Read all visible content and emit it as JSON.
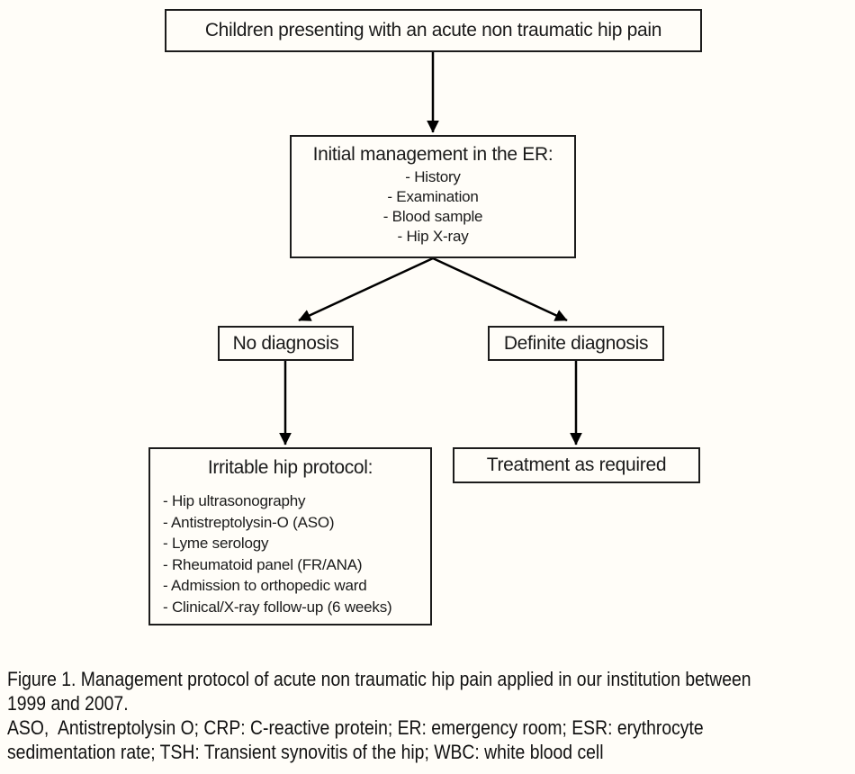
{
  "figure": {
    "type": "flowchart",
    "topic": "Management protocol of acute non traumatic hip pain"
  },
  "flowchart": {
    "presenting": {
      "label": "Children presenting with an acute non traumatic hip pain"
    },
    "initial_management": {
      "title": "Initial management in the ER:",
      "items": [
        "- History",
        "- Examination",
        "- Blood sample",
        "- Hip X-ray"
      ]
    },
    "no_diagnosis": {
      "label": "No diagnosis"
    },
    "definite_diagnosis": {
      "label": "Definite diagnosis"
    },
    "irritable_hip": {
      "title": "Irritable hip protocol:",
      "items": [
        "- Hip ultrasonography",
        "- Antistreptolysin-O (ASO)",
        "- Lyme serology",
        "- Rheumatoid panel (FR/ANA)",
        "- Admission to orthopedic ward",
        "- Clinical/X-ray follow-up (6 weeks)"
      ]
    },
    "treatment": {
      "label": "Treatment as required"
    },
    "connections": [
      "presenting -> initial_management",
      "initial_management -> no_diagnosis",
      "initial_management -> definite_diagnosis",
      "no_diagnosis -> irritable_hip",
      "definite_diagnosis -> treatment"
    ]
  },
  "caption": {
    "lines": [
      "Figure 1. Management protocol of acute non traumatic hip pain applied in our institution between",
      "1999 and 2007.",
      "ASO,  Antistreptolysin O; CRP: C-reactive protein; ER: emergency room; ESR: erythrocyte",
      "sedimentation rate; TSH: Transient synovitis of the hip; WBC: white blood cell"
    ]
  },
  "colors": {
    "background": "#fffdf8",
    "box_border": "#1c1c1c",
    "text": "#1a1a1a",
    "arrow": "#000000"
  }
}
